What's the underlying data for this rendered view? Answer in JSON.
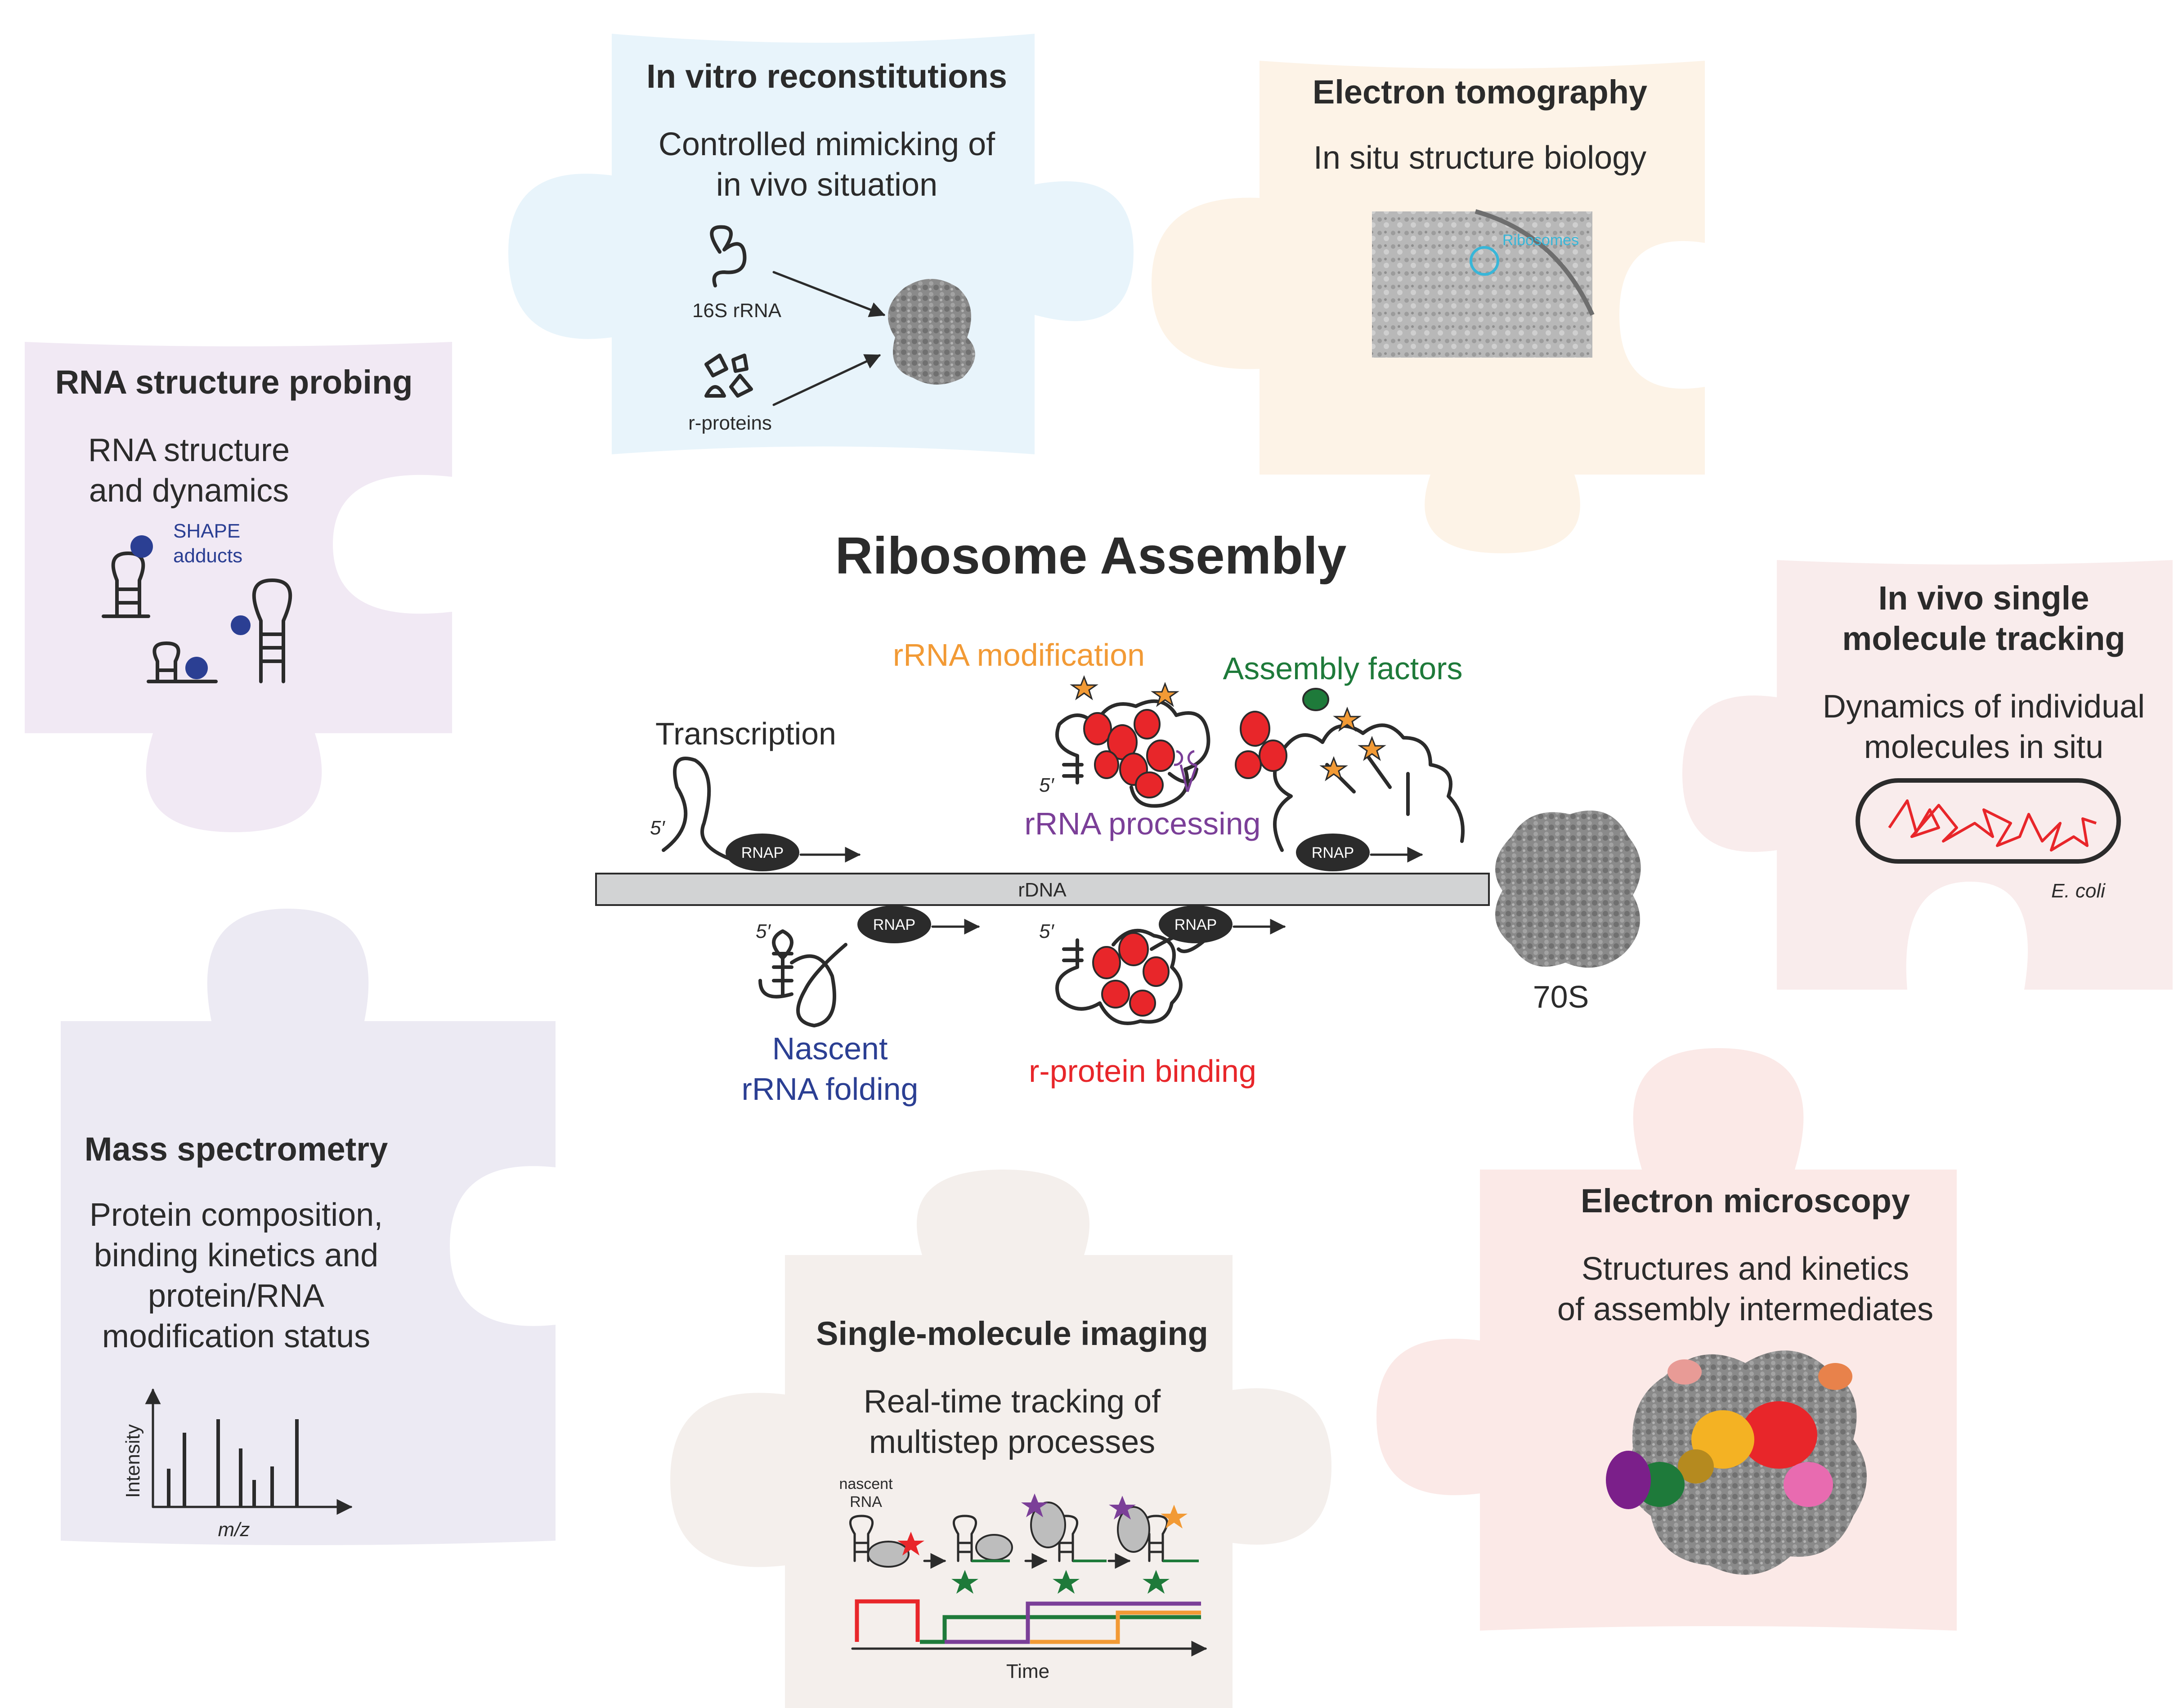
{
  "title": "Ribosome Assembly",
  "colors": {
    "in_vitro": "#e8f4fb",
    "tomography": "#fdf3e7",
    "rna_probing": "#f1e9f4",
    "tracking": "#f9ecec",
    "mass_spec": "#eceaf3",
    "single_molecule": "#f4efec",
    "em": "#fbe9e7",
    "red": "#e8262a",
    "orange": "#f29a35",
    "green": "#1e7a3a",
    "purple": "#7b3f98",
    "blue": "#2b3f93",
    "rdna": "#d2d3d4"
  },
  "panels": {
    "in_vitro": {
      "title": "In vitro reconstitutions",
      "line1": "Controlled mimicking of",
      "line2": "in vivo situation",
      "label_rrna": "16S rRNA",
      "label_proteins": "r-proteins"
    },
    "tomography": {
      "title": "Electron tomography",
      "line1": "In situ structure biology",
      "label_ribosomes": "Ribosomes"
    },
    "rna_probing": {
      "title": "RNA structure probing",
      "line1": "RNA structure",
      "line2": "and dynamics",
      "shape1": "SHAPE",
      "shape2": "adducts"
    },
    "tracking": {
      "title1": "In vivo single",
      "title2": "molecule tracking",
      "line1": "Dynamics of individual",
      "line2": "molecules in situ",
      "organism": "E. coli"
    },
    "mass_spec": {
      "title": "Mass spectrometry",
      "line1": "Protein composition,",
      "line2": "binding kinetics and",
      "line3": "protein/RNA",
      "line4": "modification status",
      "ylabel": "Intensity",
      "xlabel": "m/z"
    },
    "single_molecule": {
      "title": "Single-molecule imaging",
      "line1": "Real-time tracking of",
      "line2": "multistep processes",
      "nascent1": "nascent",
      "nascent2": "RNA",
      "xlabel": "Time"
    },
    "em": {
      "title": "Electron microscopy",
      "line1": "Structures and kinetics",
      "line2": "of assembly intermediates"
    }
  },
  "center": {
    "transcription": "Transcription",
    "rrna_modification": "rRNA modification",
    "assembly_factors": "Assembly factors",
    "rrna_processing": "rRNA processing",
    "nascent1": "Nascent",
    "nascent2": "rRNA folding",
    "rprotein_binding": "r-protein binding",
    "rdna": "rDNA",
    "rnap": "RNAP",
    "five_prime": "5′",
    "ribosome": "70S"
  }
}
